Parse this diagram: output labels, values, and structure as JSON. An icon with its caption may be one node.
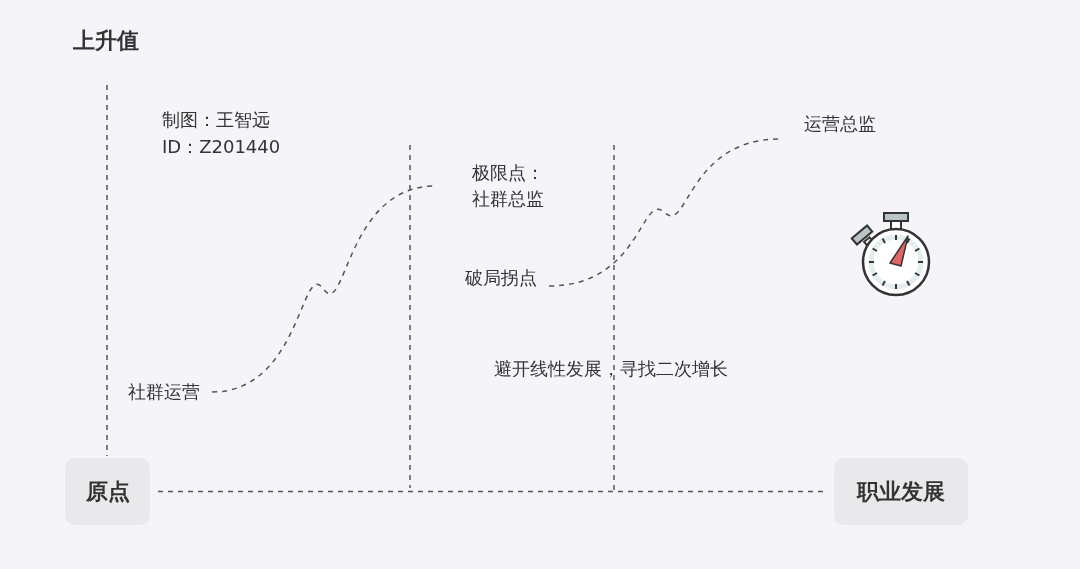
{
  "diagram": {
    "nodes": [
      {
        "text": [
          "原点"
        ]
      },
      {
        "text": [
          "职业发展"
        ]
      },
      {
        "text": [
          "社群运营"
        ]
      },
      {
        "text": [
          "极限点：社群总监"
        ]
      },
      {
        "text": [
          "破局拐点"
        ]
      },
      {
        "text": [
          "运营总监"
        ]
      }
    ],
    "edges": [
      {
        "from": 0,
        "to": 1,
        "arrow": "none",
        "style": "dashed"
      },
      {
        "from": 2,
        "to": 3,
        "arrow": "none",
        "style": "dashed"
      },
      {
        "from": 4,
        "to": 5,
        "arrow": "none",
        "style": "dashed"
      }
    ],
    "labels": [
      "上升值",
      "制图：王智远",
      "ID：Z201440",
      "避开线性发展，寻找二次增长"
    ]
  }
}
